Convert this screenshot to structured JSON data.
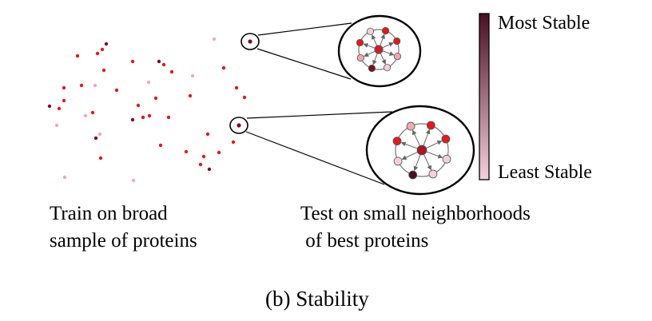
{
  "legend": {
    "top_label": "Most Stable",
    "bottom_label": "Least Stable",
    "color_most": "#4a0f22",
    "color_least": "#f6cfdc"
  },
  "text": {
    "train_line1": "Train on broad",
    "train_line2": "sample of proteins",
    "test_line1": "Test on small neighborhoods",
    "test_line2": " of best proteins"
  },
  "caption": "(b) Stability",
  "colors": {
    "dot_red": "#e3191c",
    "dot_dark": "#7a0f1f",
    "dot_pink": "#f1a9b6"
  }
}
